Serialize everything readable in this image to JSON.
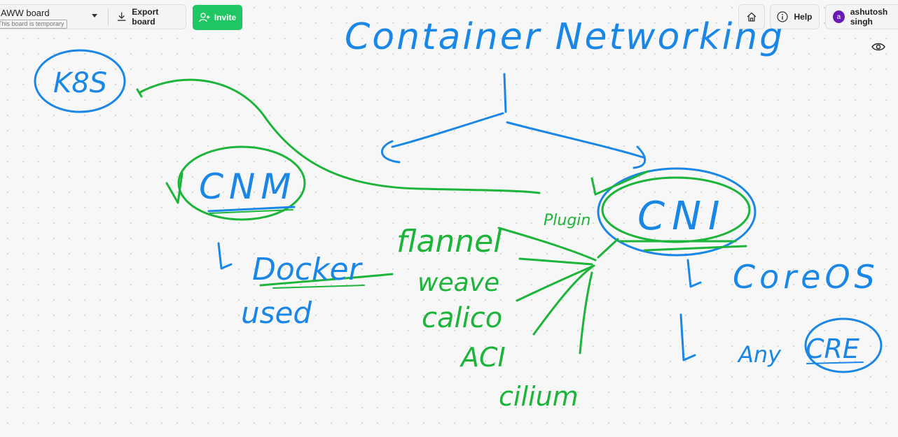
{
  "board": {
    "name": "AWW board",
    "temporary_badge": "This board is temporary"
  },
  "toolbar": {
    "export_label": "Export board",
    "invite_label": "Invite",
    "help_label": "Help",
    "user_name": "ashutosh singh",
    "user_initial": "a"
  },
  "colors": {
    "ink_blue": "#1a87e6",
    "ink_green": "#1db43a",
    "invite_green": "#1fc764",
    "avatar_purple": "#6a1bb5"
  },
  "canvas": {
    "title": "Container Networking",
    "k8s": "K8S",
    "cnm": "CNM",
    "docker": "Docker",
    "used": "used",
    "cni": "CNI",
    "coreos": "CoreOS",
    "any_cre": "Any",
    "cre": "CRE",
    "plugin": "Plugin",
    "plugins": [
      "flannel",
      "weave",
      "calico",
      "ACI",
      "cilium"
    ]
  }
}
